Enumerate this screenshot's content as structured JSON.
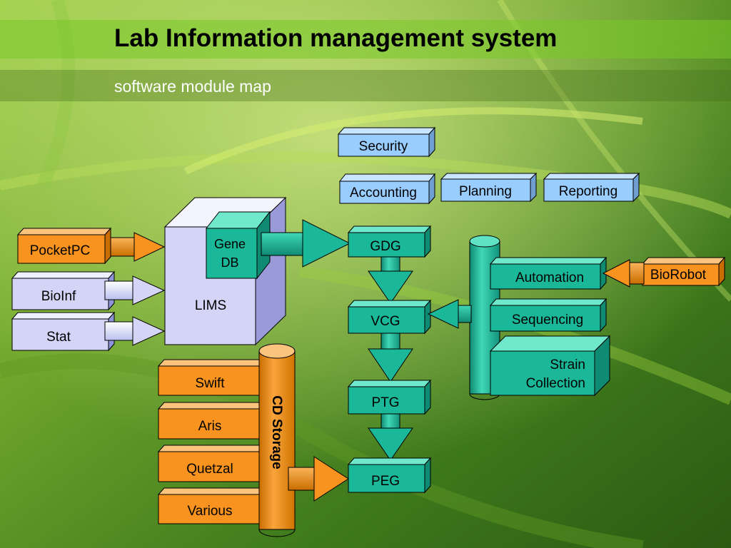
{
  "header": {
    "title": "Lab Information management system",
    "subtitle": "software module map"
  },
  "colors": {
    "orange": "#f7931e",
    "lavender": "#aab4f0",
    "blue_box": "#99ccff",
    "teal": "#1ab899",
    "lims_front": "#d4d4f7"
  },
  "modules": {
    "security": "Security",
    "accounting": "Accounting",
    "planning": "Planning",
    "reporting": "Reporting",
    "pocketpc": "PocketPC",
    "bioinf": "BioInf",
    "stat": "Stat",
    "lims": "LIMS",
    "gene_db_line1": "Gene",
    "gene_db_line2": "DB",
    "gdg": "GDG",
    "vcg": "VCG",
    "ptg": "PTG",
    "peg": "PEG",
    "automation": "Automation",
    "biorobot": "BioRobot",
    "sequencing": "Sequencing",
    "strain_line1": "Strain",
    "strain_line2": "Collection",
    "cd_storage": "CD Storage",
    "swift": "Swift",
    "aris": "Aris",
    "quetzal": "Quetzal",
    "various": "Various"
  }
}
